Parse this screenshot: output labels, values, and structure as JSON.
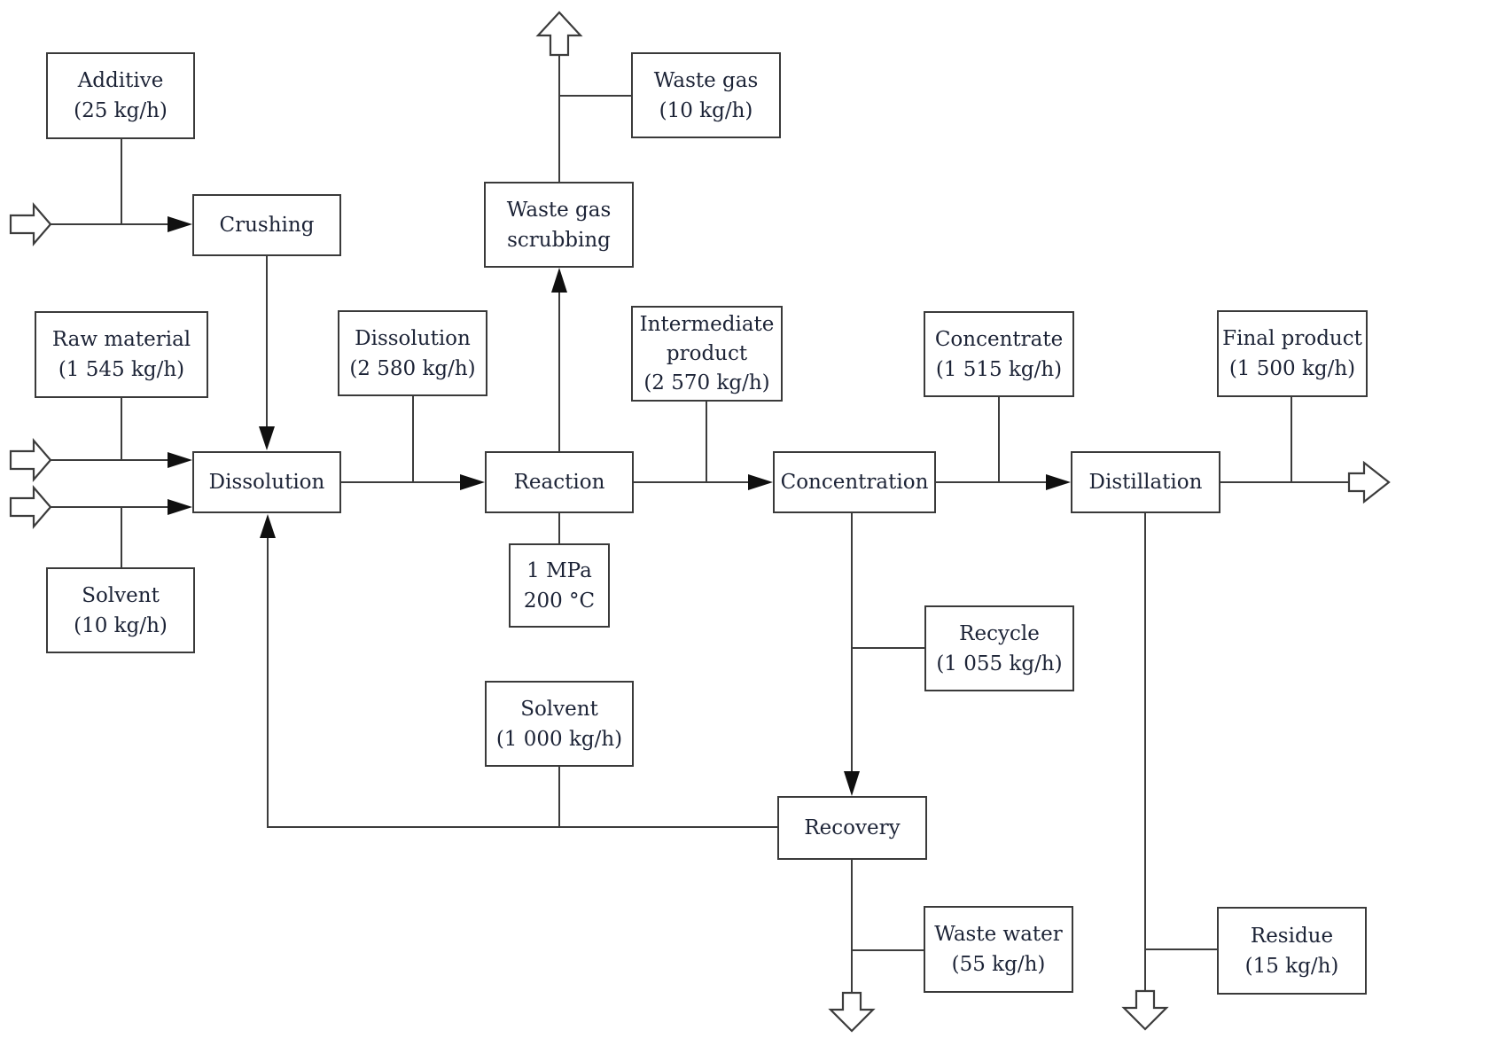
{
  "process_nodes": {
    "crushing": {
      "label": "Crushing"
    },
    "dissolution": {
      "label": "Dissolution"
    },
    "reaction": {
      "label": "Reaction"
    },
    "concentration": {
      "label": "Concentration"
    },
    "distillation": {
      "label": "Distillation"
    },
    "recovery": {
      "label": "Recovery"
    },
    "waste_gas_scrubbing": {
      "line1": "Waste gas",
      "line2": "scrubbing"
    }
  },
  "stream_labels": {
    "additive": {
      "name": "Additive",
      "rate": "(25 kg/h)"
    },
    "waste_gas": {
      "name": "Waste gas",
      "rate": "(10 kg/h)"
    },
    "raw_material": {
      "name": "Raw material",
      "rate": "(1 545 kg/h)"
    },
    "dissolution_stream": {
      "name": "Dissolution",
      "rate": "(2 580 kg/h)"
    },
    "intermediate_product": {
      "line1": "Intermediate",
      "line2": "product",
      "rate": "(2 570 kg/h)"
    },
    "concentrate": {
      "name": "Concentrate",
      "rate": "(1 515 kg/h)"
    },
    "final_product": {
      "name": "Final product",
      "rate": "(1 500 kg/h)"
    },
    "solvent_feed": {
      "name": "Solvent",
      "rate": "(10 kg/h)"
    },
    "reaction_conditions": {
      "line1": "1 MPa",
      "line2": "200 °C"
    },
    "recycle": {
      "name": "Recycle",
      "rate": "(1 055 kg/h)"
    },
    "solvent_recovered": {
      "name": "Solvent",
      "rate": "(1 000 kg/h)"
    },
    "waste_water": {
      "name": "Waste water",
      "rate": "(55 kg/h)"
    },
    "residue": {
      "name": "Residue",
      "rate": "(15 kg/h)"
    }
  },
  "colors": {
    "background": "#ffffff",
    "text": "#1c2336",
    "line": "#3c3c3c",
    "box_border": "#3a3a3a",
    "arrowhead": "#101010"
  }
}
